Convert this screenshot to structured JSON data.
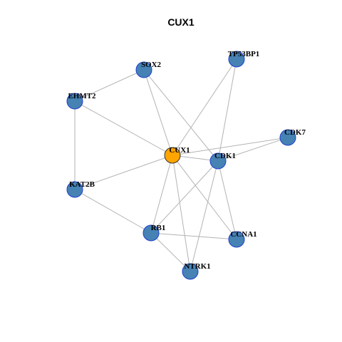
{
  "title": "CUX1",
  "colors": {
    "hub_fill": "#FFA500",
    "hub_stroke": "#333333",
    "node_fill": "#4682B4",
    "node_stroke": "#1F3FCC",
    "edge": "#B3B3B3"
  },
  "nodes": [
    {
      "id": "CUX1",
      "label": "CUX1",
      "hub": true
    },
    {
      "id": "TP53BP1",
      "label": "TP53BP1"
    },
    {
      "id": "SOX2",
      "label": "SOX2"
    },
    {
      "id": "EHMT2",
      "label": "EHMT2"
    },
    {
      "id": "CDK7",
      "label": "CDK7"
    },
    {
      "id": "CDK1",
      "label": "CDK1"
    },
    {
      "id": "KAT2B",
      "label": "KAT2B"
    },
    {
      "id": "RB1",
      "label": "RB1"
    },
    {
      "id": "CCNA1",
      "label": "CCNA1"
    },
    {
      "id": "NTRK1",
      "label": "NTRK1"
    }
  ],
  "edges": [
    [
      "CUX1",
      "TP53BP1"
    ],
    [
      "CUX1",
      "SOX2"
    ],
    [
      "CUX1",
      "EHMT2"
    ],
    [
      "CUX1",
      "CDK7"
    ],
    [
      "CUX1",
      "CDK1"
    ],
    [
      "CUX1",
      "KAT2B"
    ],
    [
      "CUX1",
      "RB1"
    ],
    [
      "CUX1",
      "CCNA1"
    ],
    [
      "CUX1",
      "NTRK1"
    ],
    [
      "SOX2",
      "EHMT2"
    ],
    [
      "SOX2",
      "CDK1"
    ],
    [
      "EHMT2",
      "KAT2B"
    ],
    [
      "TP53BP1",
      "CDK1"
    ],
    [
      "CDK7",
      "CDK1"
    ],
    [
      "CDK1",
      "RB1"
    ],
    [
      "CDK1",
      "CCNA1"
    ],
    [
      "CDK1",
      "NTRK1"
    ],
    [
      "KAT2B",
      "RB1"
    ],
    [
      "RB1",
      "CCNA1"
    ],
    [
      "RB1",
      "NTRK1"
    ]
  ]
}
